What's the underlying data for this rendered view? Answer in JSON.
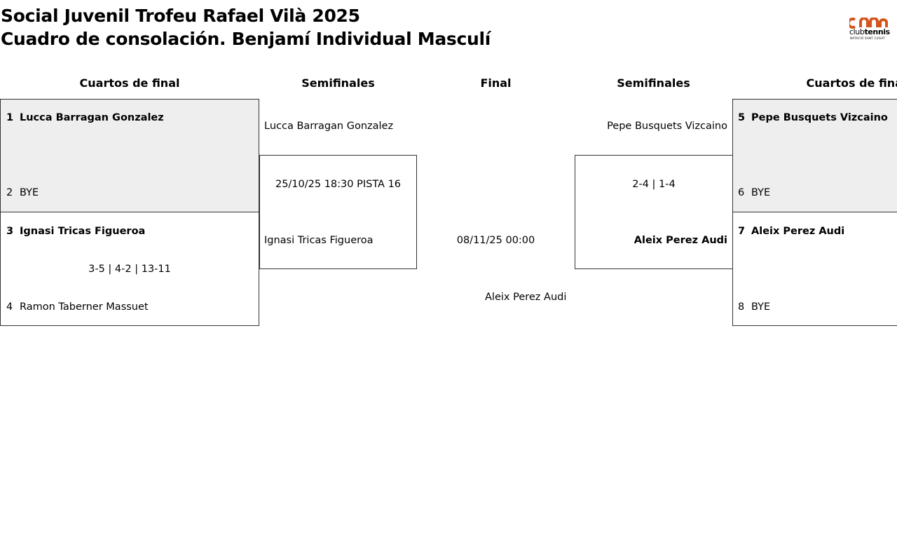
{
  "header": {
    "title_line1": "Social Juvenil Trofeu Rafael Vilà 2025",
    "title_line2": "Cuadro de consolación. Benjamí Individual Masculí",
    "logo": {
      "word_regular": "club",
      "word_bold": "tennis",
      "subtitle": "NATACIÓ SANT CUGAT",
      "accent_color": "#d4541c"
    }
  },
  "rounds": {
    "left_qf": "Cuartos de final",
    "left_sf": "Semifinales",
    "final": "Final",
    "right_sf": "Semifinales",
    "right_qf": "Cuartos de final"
  },
  "left_qf": {
    "match1": {
      "p1_seed": "1",
      "p1_name": "Lucca Barragan Gonzalez",
      "p2_seed": "2",
      "p2_name": "BYE"
    },
    "match2": {
      "p1_seed": "3",
      "p1_name": "Ignasi Tricas Figueroa",
      "score": "3-5 | 4-2 | 13-11",
      "p2_seed": "4",
      "p2_name": "Ramon Taberner Massuet"
    }
  },
  "left_sf": {
    "p1_name": "Lucca Barragan Gonzalez",
    "schedule": "25/10/25 18:30 PISTA 16",
    "p2_name": "Ignasi Tricas Figueroa"
  },
  "final": {
    "schedule": "08/11/25 00:00",
    "winner": "Aleix Perez Audi"
  },
  "right_sf": {
    "p1_name": "Pepe Busquets Vizcaino",
    "score": "2-4 | 1-4",
    "p2_name": "Aleix Perez Audi"
  },
  "right_qf": {
    "match1": {
      "p1_seed": "5",
      "p1_name": "Pepe Busquets Vizcaino",
      "p2_seed": "6",
      "p2_name": "BYE"
    },
    "match2": {
      "p1_seed": "7",
      "p1_name": "Aleix Perez Audi",
      "p2_seed": "8",
      "p2_name": "BYE"
    }
  },
  "colors": {
    "shaded_match": "#eeeeee",
    "border": "#333333"
  }
}
